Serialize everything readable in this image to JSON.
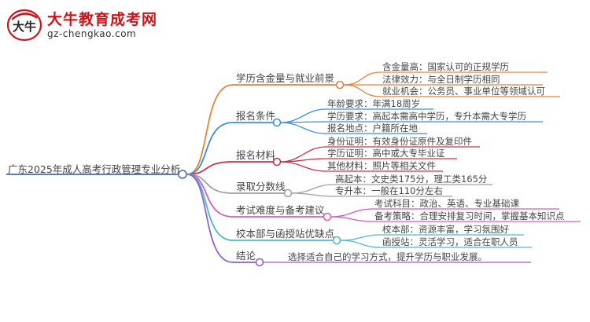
{
  "logo": {
    "title": "大牛教育成考网",
    "url": "gz-chengkao.com",
    "mark": "大牛"
  },
  "mindmap": {
    "root": "广东2025年成人高考行政管理专业分析",
    "branches": [
      {
        "label": "学历含金量与就业前景",
        "color": "#e2843a",
        "children": [
          "含金量高：国家认可的正规学历",
          "法律效力：与全日制学历相同",
          "就业机会：公务员、事业单位等领域认可"
        ]
      },
      {
        "label": "报名条件",
        "color": "#3a8ee0",
        "children": [
          "年龄要求：年满18周岁",
          "学历要求：高起本需高中学历，专升本需大专学历",
          "报名地点：户籍所在地"
        ]
      },
      {
        "label": "报名材料",
        "color": "#c9304a",
        "children": [
          "身份证明：有效身份证原件及复印件",
          "学历证明：高中或大专毕业证",
          "其他材料：照片等相关文件"
        ]
      },
      {
        "label": "录取分数线",
        "color": "#a0a0a0",
        "children": [
          "高起本：文史类175分，理工类165分",
          "专升本：一般在110分左右"
        ]
      },
      {
        "label": "考试难度与备考建议",
        "color": "#d35fbd",
        "children": [
          "考试科目：政治、英语、专业基础课",
          "备考策略：合理安排复习时间，掌握基本知识点"
        ]
      },
      {
        "label": "校本部与函授站优缺点",
        "color": "#4db9c6",
        "children": [
          "校本部：资源丰富，学习氛围好",
          "函授站：灵活学习，适合在职人员"
        ]
      },
      {
        "label": "结论",
        "color": "#8e62c8",
        "children": [
          "选择适合自己的学习方式，提升学历与职业发展。"
        ]
      }
    ]
  }
}
